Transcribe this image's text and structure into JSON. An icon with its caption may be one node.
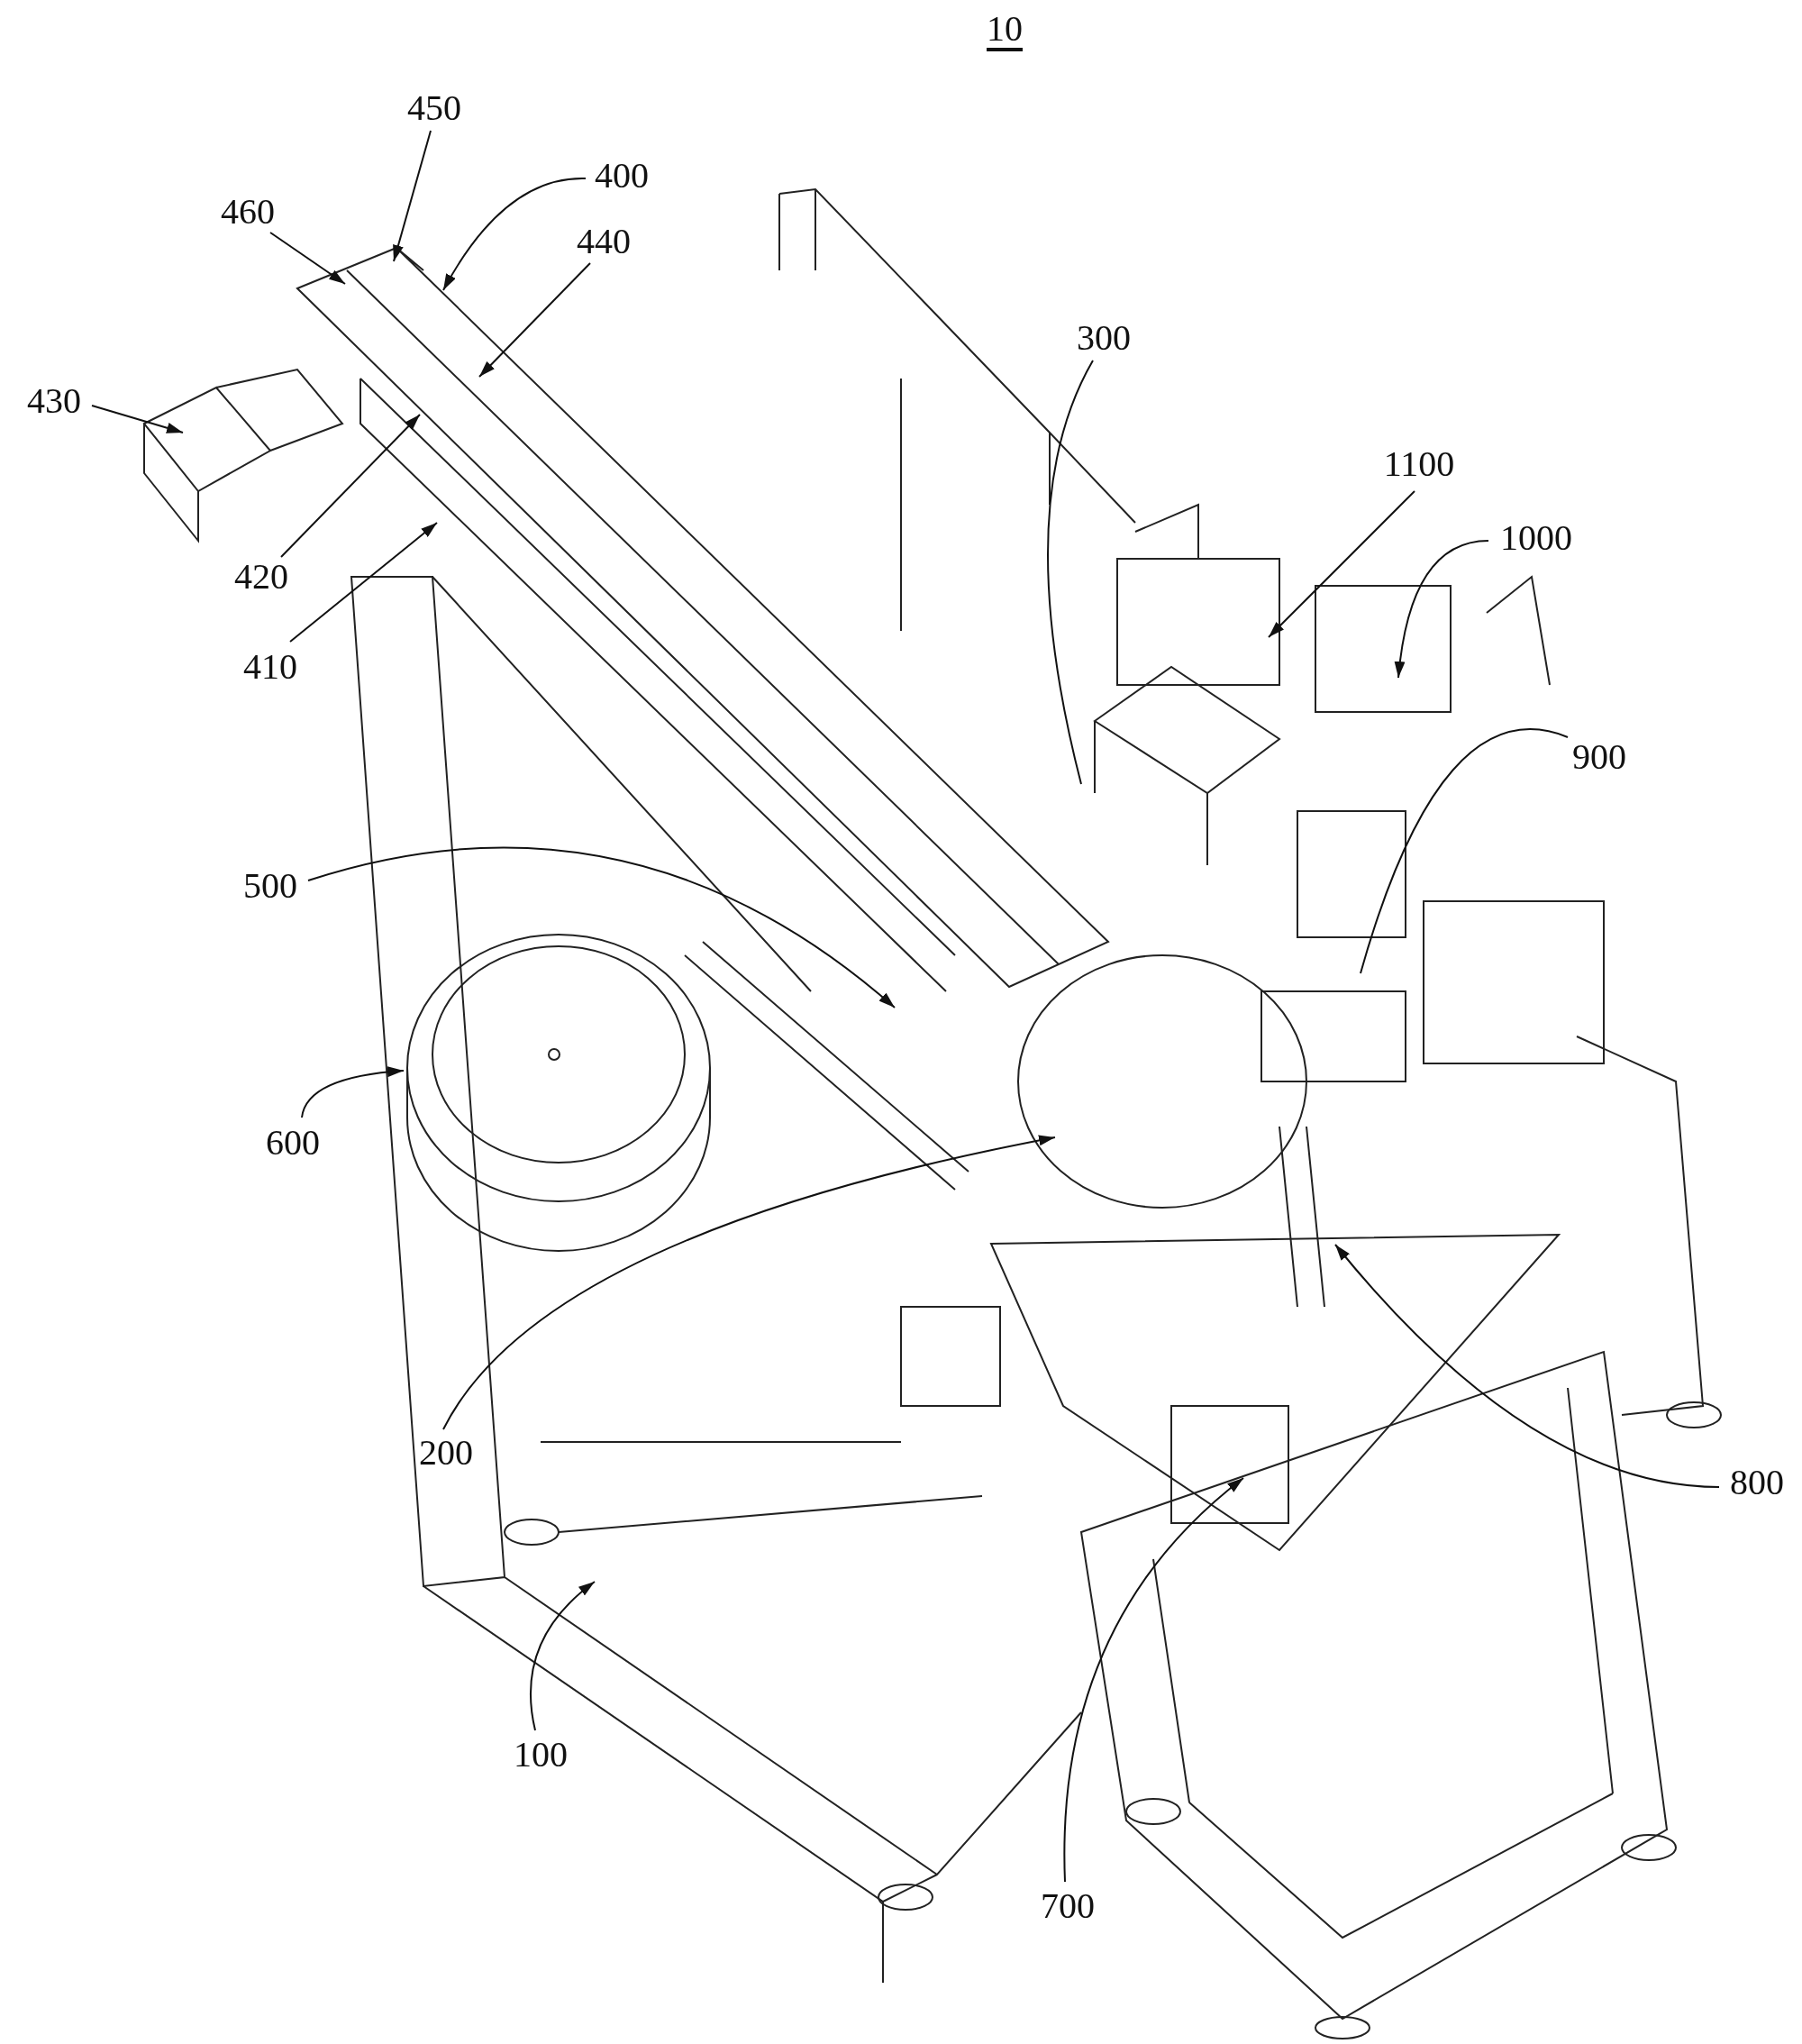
{
  "diagram": {
    "title": "10",
    "nodes": [
      {
        "text": [
          "450"
        ]
      },
      {
        "text": [
          "400"
        ]
      },
      {
        "text": [
          "460"
        ]
      },
      {
        "text": [
          "440"
        ]
      },
      {
        "text": [
          "300"
        ]
      },
      {
        "text": [
          "430"
        ]
      },
      {
        "text": [
          "1100"
        ]
      },
      {
        "text": [
          "420"
        ]
      },
      {
        "text": [
          "1000"
        ]
      },
      {
        "text": [
          "410"
        ]
      },
      {
        "text": [
          "900"
        ]
      },
      {
        "text": [
          "500"
        ]
      },
      {
        "text": [
          "600"
        ]
      },
      {
        "text": [
          "200"
        ]
      },
      {
        "text": [
          "800"
        ]
      },
      {
        "text": [
          "100"
        ]
      },
      {
        "text": [
          "700"
        ]
      }
    ],
    "edges": [
      {
        "from": 0,
        "to": null,
        "arrow": "to"
      },
      {
        "from": 1,
        "to": null,
        "arrow": "to"
      },
      {
        "from": 2,
        "to": null,
        "arrow": "to"
      },
      {
        "from": 3,
        "to": null,
        "arrow": "to"
      },
      {
        "from": 4,
        "to": null,
        "arrow": "none"
      },
      {
        "from": 5,
        "to": null,
        "arrow": "to"
      },
      {
        "from": 6,
        "to": null,
        "arrow": "to"
      },
      {
        "from": 7,
        "to": null,
        "arrow": "to"
      },
      {
        "from": 8,
        "to": null,
        "arrow": "to"
      },
      {
        "from": 9,
        "to": null,
        "arrow": "to"
      },
      {
        "from": 10,
        "to": null,
        "arrow": "none"
      },
      {
        "from": 11,
        "to": null,
        "arrow": "to"
      },
      {
        "from": 12,
        "to": null,
        "arrow": "to"
      },
      {
        "from": 13,
        "to": null,
        "arrow": "to"
      },
      {
        "from": 14,
        "to": null,
        "arrow": "to"
      },
      {
        "from": 15,
        "to": null,
        "arrow": "to"
      },
      {
        "from": 16,
        "to": null,
        "arrow": "to"
      }
    ]
  }
}
